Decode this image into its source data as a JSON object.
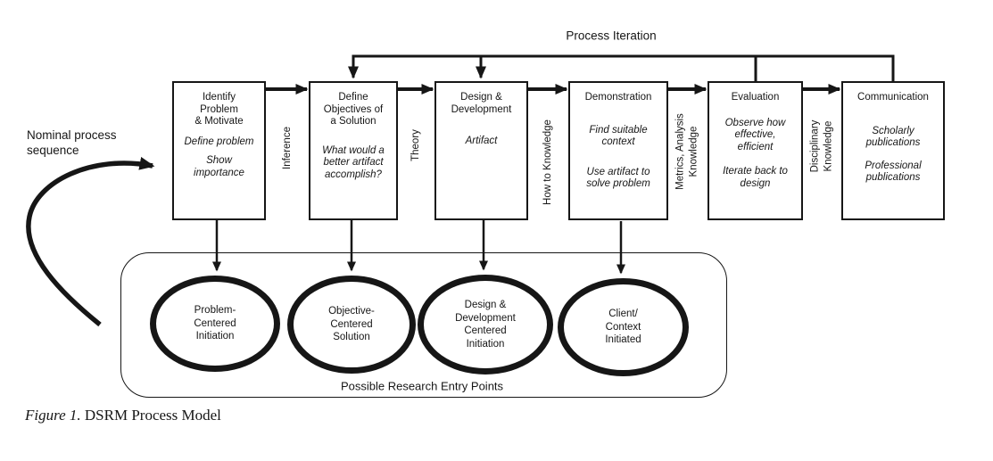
{
  "figure": {
    "process_iteration_label": "Process Iteration",
    "nominal_label": "Nominal process\nsequence",
    "entry_points_label": "Possible Research Entry Points",
    "caption_italic": "Figure 1.",
    "caption_rest": " DSRM Process Model"
  },
  "process_boxes": [
    {
      "title": "Identify\nProblem\n& Motivate",
      "notes": [
        "Define problem",
        "Show\nimportance"
      ]
    },
    {
      "title": "Define\nObjectives of\na Solution",
      "notes": [
        "What would a\nbetter artifact\naccomplish?"
      ]
    },
    {
      "title": "Design &\nDevelopment",
      "notes": [
        "Artifact"
      ]
    },
    {
      "title": "Demonstration",
      "notes": [
        "Find suitable\ncontext",
        "Use artifact to\nsolve problem"
      ]
    },
    {
      "title": "Evaluation",
      "notes": [
        "Observe how\neffective,\nefficient",
        "Iterate back to\ndesign"
      ]
    },
    {
      "title": "Communication",
      "notes": [
        "Scholarly\npublications",
        "Professional\npublications"
      ]
    }
  ],
  "connector_labels": [
    {
      "label": "Inference"
    },
    {
      "label": "Theory"
    },
    {
      "label": "How to Knowledge"
    },
    {
      "label": "Metrics, Analysis\nKnowledge"
    },
    {
      "label": "Disciplinary\nKnowledge"
    }
  ],
  "entry_points": [
    {
      "label": "Problem-\nCentered\nInitiation"
    },
    {
      "label": "Objective-\nCentered\nSolution"
    },
    {
      "label": "Design &\nDevelopment\nCentered\nInitiation"
    },
    {
      "label": "Client/\nContext\nInitiated"
    }
  ],
  "colors": {
    "ink": "#161616",
    "background": "#ffffff"
  }
}
